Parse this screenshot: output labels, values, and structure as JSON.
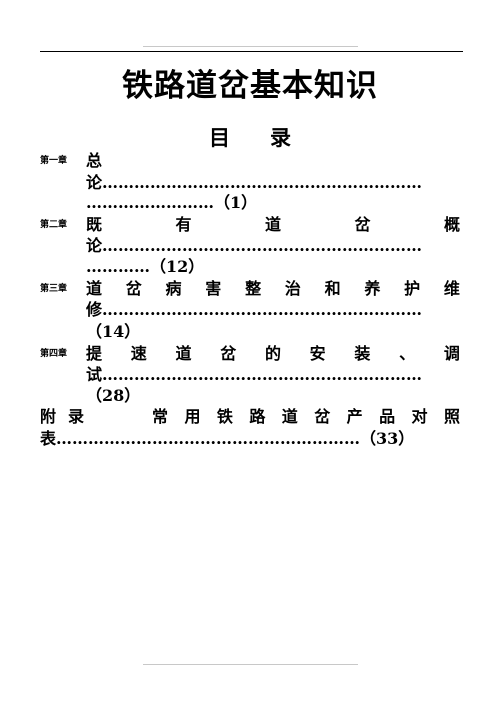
{
  "title": "铁路道岔基本知识",
  "toc_heading": [
    "目",
    "录"
  ],
  "entries": [
    {
      "chapter": "第一章",
      "line1": [
        "总"
      ],
      "line2_start": "论",
      "page": "（1）"
    },
    {
      "chapter": "第二章",
      "line1": [
        "既",
        "有",
        "道",
        "岔",
        "概"
      ],
      "line2_start": "论",
      "page": "（12）"
    },
    {
      "chapter": "第三章",
      "line1": [
        "道",
        "岔",
        "病",
        "害",
        "整",
        "治",
        "和",
        "养",
        "护",
        "维"
      ],
      "line2_start": "修",
      "page": "（14）"
    },
    {
      "chapter": "第四章",
      "line1": [
        "提",
        "速",
        "道",
        "岔",
        "的",
        "安",
        "装",
        "、",
        "调"
      ],
      "line2_start": "试",
      "page": "（28）"
    }
  ],
  "appendix": {
    "label": [
      "附",
      "录"
    ],
    "line1": [
      "常",
      "用",
      "铁",
      "路",
      "道",
      "岔",
      "产",
      "品",
      "对",
      "照"
    ],
    "line2_start": "表",
    "page": "（33）"
  }
}
